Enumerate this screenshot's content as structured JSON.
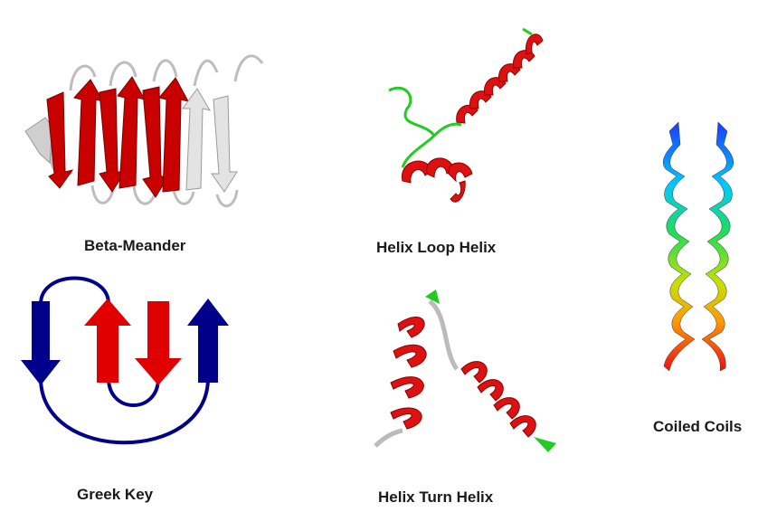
{
  "captions": {
    "beta_meander": "Beta-Meander",
    "helix_loop_helix": "Helix Loop Helix",
    "greek_key": "Greek Key",
    "helix_turn_helix": "Helix Turn Helix",
    "coiled_coils": "Coiled Coils"
  },
  "colors": {
    "strand_red": "#cc0000",
    "strand_grey": "#d9d9d9",
    "greek_blue": "#00008b",
    "greek_red": "#e00000",
    "loop_green": "#22cc22",
    "helix_red": "#dd1111"
  }
}
